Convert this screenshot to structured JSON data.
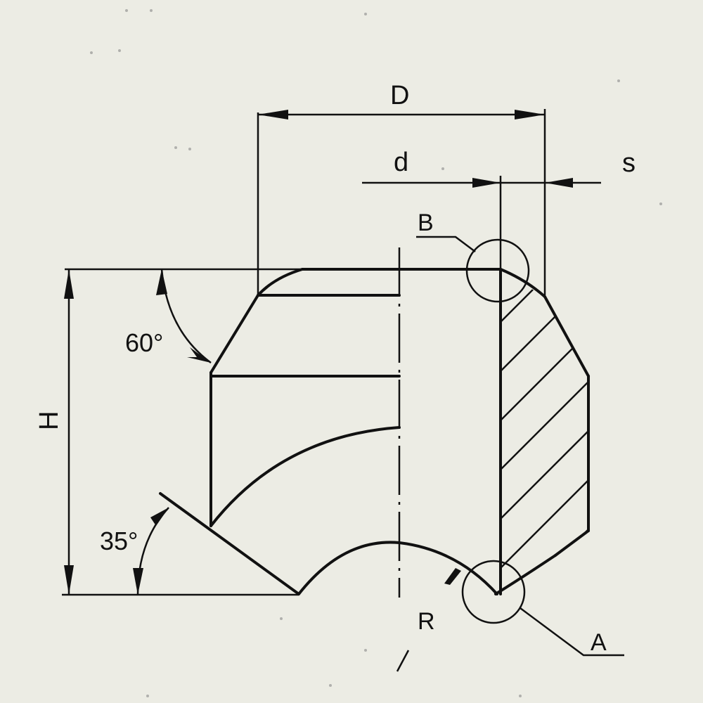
{
  "labels": {
    "D": "D",
    "d": "d",
    "s": "s",
    "B": "B",
    "A": "A",
    "R": "R",
    "H": "H",
    "angle_top": "60°",
    "angle_bottom": "35°"
  },
  "colors": {
    "paper": "#ecece4",
    "ink": "#111111"
  }
}
